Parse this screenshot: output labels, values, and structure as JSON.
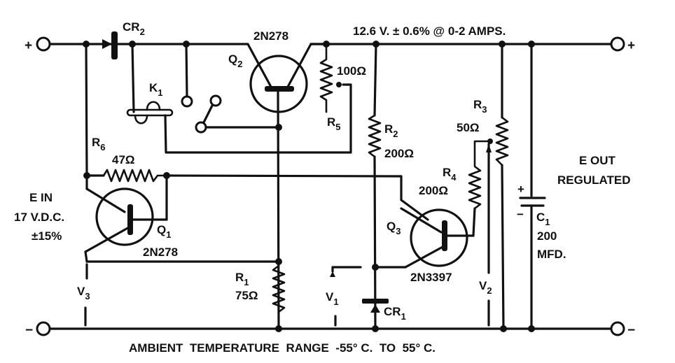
{
  "title": "12.6 V. ± 0.6% @ 0-2 AMPS.",
  "footer": "AMBIENT  TEMPERATURE  RANGE  -55° C.  TO  55° C.",
  "input": {
    "label": "E IN",
    "voltage": "17 V.D.C.",
    "tolerance": "±15%",
    "plus": "+",
    "minus": "−"
  },
  "output": {
    "line1": "E OUT",
    "line2": "REGULATED",
    "plus": "+",
    "minus": "−"
  },
  "components": {
    "cr2": {
      "name": "CR",
      "sub": "2"
    },
    "k1": {
      "name": "K",
      "sub": "1"
    },
    "q2": {
      "name": "Q",
      "sub": "2",
      "part": "2N278"
    },
    "r5": {
      "name": "R",
      "sub": "5",
      "value": "100Ω"
    },
    "r2": {
      "name": "R",
      "sub": "2",
      "value": "200Ω"
    },
    "r3": {
      "name": "R",
      "sub": "3",
      "value": "50Ω"
    },
    "r4": {
      "name": "R",
      "sub": "4",
      "value": "200Ω"
    },
    "r6": {
      "name": "R",
      "sub": "6",
      "value": "47Ω"
    },
    "q1": {
      "name": "Q",
      "sub": "1",
      "part": "2N278"
    },
    "q3": {
      "name": "Q",
      "sub": "3",
      "part": "2N3397"
    },
    "r1": {
      "name": "R",
      "sub": "1",
      "value": "75Ω"
    },
    "cr1": {
      "name": "CR",
      "sub": "1"
    },
    "c1": {
      "name": "C",
      "sub": "1",
      "value": "200",
      "unit": "MFD.",
      "plus": "+",
      "minus": "−"
    }
  },
  "measurements": {
    "v1": {
      "name": "V",
      "sub": "1"
    },
    "v2": {
      "name": "V",
      "sub": "2"
    },
    "v3": {
      "name": "V",
      "sub": "3"
    }
  }
}
